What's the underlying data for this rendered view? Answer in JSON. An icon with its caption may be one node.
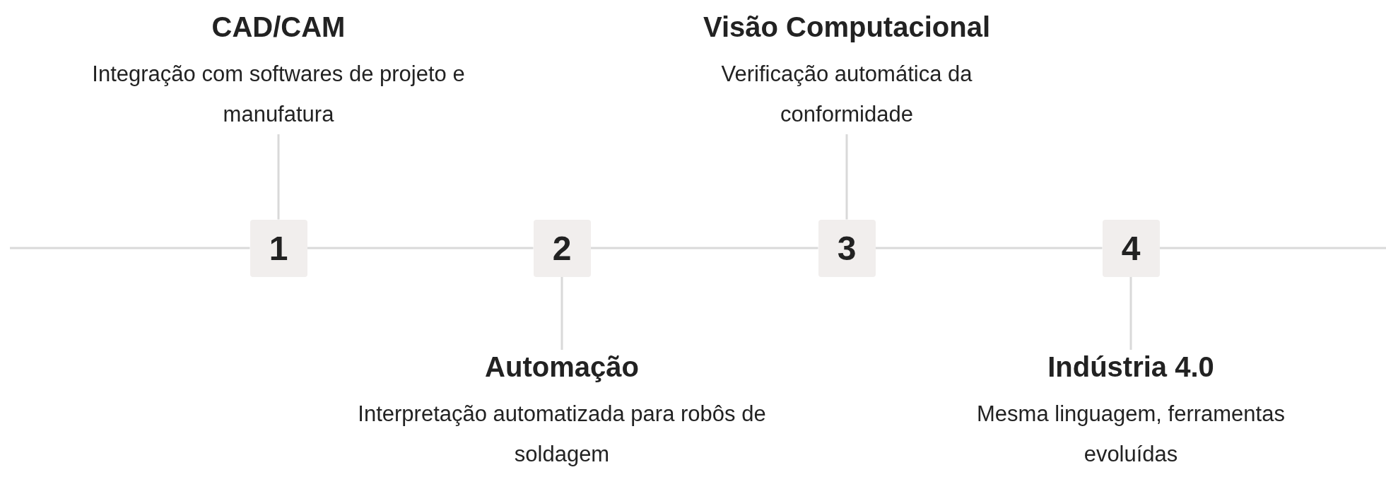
{
  "diagram": {
    "nodes": [
      {
        "text": [
          "CAD/CAM",
          "Integração com softwares de projeto e manufatura"
        ]
      },
      {
        "text": [
          "Visão Computacional",
          "Verificação automática da conformidade"
        ]
      },
      {
        "text": [
          "1"
        ]
      },
      {
        "text": [
          "2"
        ]
      },
      {
        "text": [
          "3"
        ]
      },
      {
        "text": [
          "4"
        ]
      },
      {
        "text": [
          "Automação",
          "Interpretação automatizada para robôs de soldagem"
        ]
      },
      {
        "text": [
          "Indústria 4.0",
          "Mesma linguagem, ferramentas evoluídas"
        ]
      }
    ],
    "edges": [
      {
        "from": null,
        "to": 2,
        "arrow": "none"
      },
      {
        "from": 2,
        "to": 3,
        "arrow": "none"
      },
      {
        "from": 3,
        "to": 4,
        "arrow": "none"
      },
      {
        "from": 4,
        "to": 5,
        "arrow": "none"
      },
      {
        "from": 5,
        "to": null,
        "arrow": "none"
      },
      {
        "from": 0,
        "to": 2,
        "arrow": "none"
      },
      {
        "from": 1,
        "to": 4,
        "arrow": "none"
      },
      {
        "from": 3,
        "to": 6,
        "arrow": "none"
      },
      {
        "from": 5,
        "to": 7,
        "arrow": "none"
      }
    ]
  }
}
